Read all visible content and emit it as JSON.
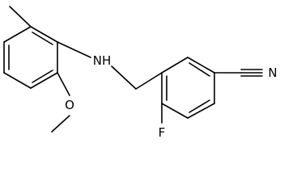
{
  "structure": {
    "atoms": [
      {
        "id": "nh",
        "label": "NH"
      },
      {
        "id": "o",
        "label": "O"
      },
      {
        "id": "f",
        "label": "F"
      },
      {
        "id": "n",
        "label": "N"
      }
    ]
  }
}
